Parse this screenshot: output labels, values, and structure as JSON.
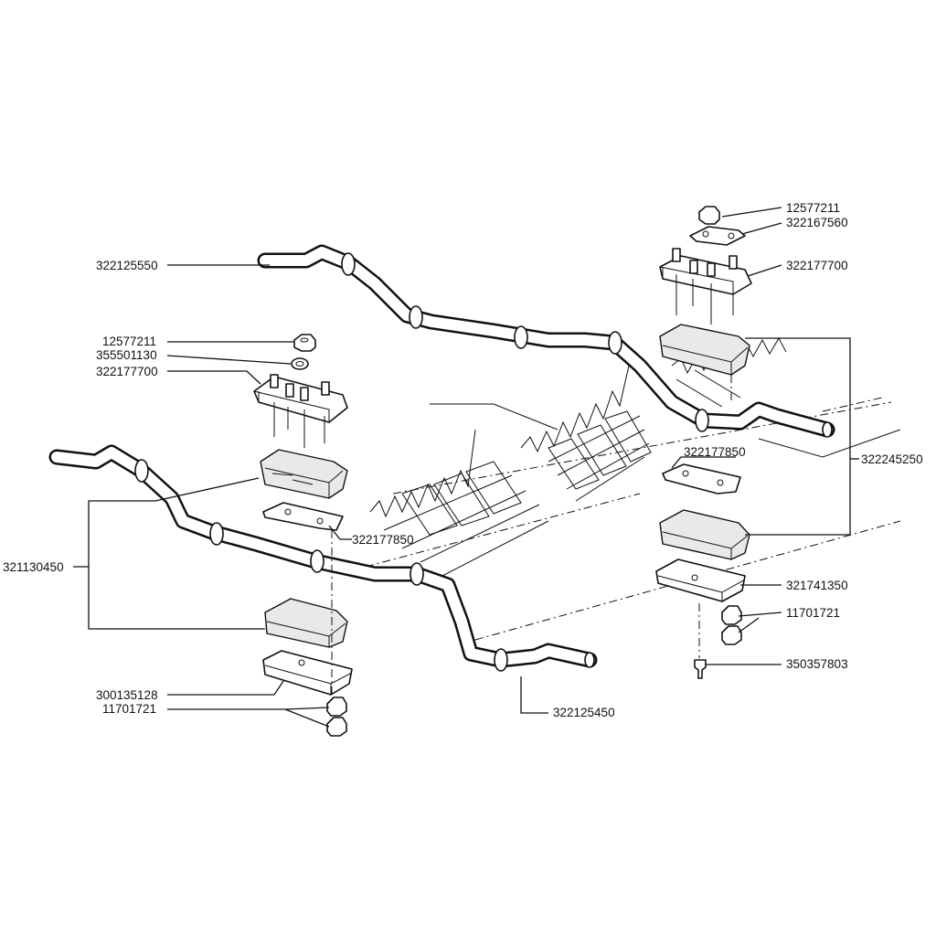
{
  "labels": {
    "nut_top_right": "12577211",
    "plate_top_right": "322167560",
    "clamp_top_right": "322177700",
    "bar_top": "322125550",
    "nut_left": "12577211",
    "washer_left": "355501130",
    "clamp_left": "322177700",
    "plate_right_mid": "322177850",
    "bracket_right": "322245250",
    "plate_left_mid": "322177850",
    "block_left": "321130450",
    "support_right": "321741350",
    "nuts_right": "11701721",
    "stud_right": "350357803",
    "support_left": "300135128",
    "nuts_left": "11701721",
    "bar_bottom": "322125450"
  }
}
